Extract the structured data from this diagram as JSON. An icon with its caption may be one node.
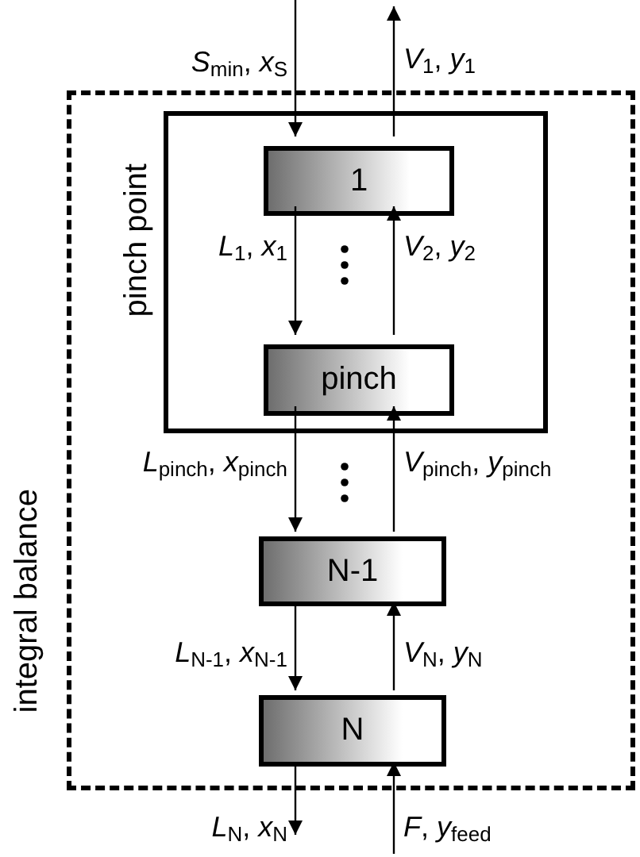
{
  "diagram": {
    "nodes": [
      {
        "text": [
          "integral balance"
        ]
      },
      {
        "text": [
          "pinch point"
        ],
        "in": 0
      },
      {
        "text": [
          "1"
        ],
        "in": 1
      },
      {
        "text": [
          "pinch"
        ],
        "in": 1
      },
      {
        "text": [
          "N-1"
        ],
        "in": 0
      },
      {
        "text": [
          "N"
        ],
        "in": 0
      }
    ],
    "edges": [
      {
        "from": null,
        "to": 2,
        "arrow": "to",
        "label": "*S*$_{min}$, *x*$_{S}$"
      },
      {
        "from": 2,
        "to": null,
        "arrow": "to",
        "label": "*V*$_{1}$, *y*$_{1}$"
      },
      {
        "from": 2,
        "to": 3,
        "arrow": "to",
        "label": "*L*$_{1}$, *x*$_{1}$"
      },
      {
        "from": 3,
        "to": 2,
        "arrow": "to",
        "label": "*V*$_{2}$, *y*$_{2}$"
      },
      {
        "from": 3,
        "to": 4,
        "arrow": "to",
        "label": "*L*$_{pinch}$, *x*$_{pinch}$"
      },
      {
        "from": 4,
        "to": 3,
        "arrow": "to",
        "label": "*V*$_{pinch}$, *y*$_{pinch}$"
      },
      {
        "from": 4,
        "to": 5,
        "arrow": "to",
        "label": "*L*$_{N-1}$, *x*$_{N-1}$"
      },
      {
        "from": 5,
        "to": 4,
        "arrow": "to",
        "label": "*V*$_{N}$, *y*$_{N}$"
      },
      {
        "from": 5,
        "to": null,
        "arrow": "to",
        "label": "*L*$_{N}$, *x*$_{N}$"
      },
      {
        "from": null,
        "to": 5,
        "arrow": "to",
        "label": "*F*, *y*$_{feed}$"
      }
    ]
  }
}
